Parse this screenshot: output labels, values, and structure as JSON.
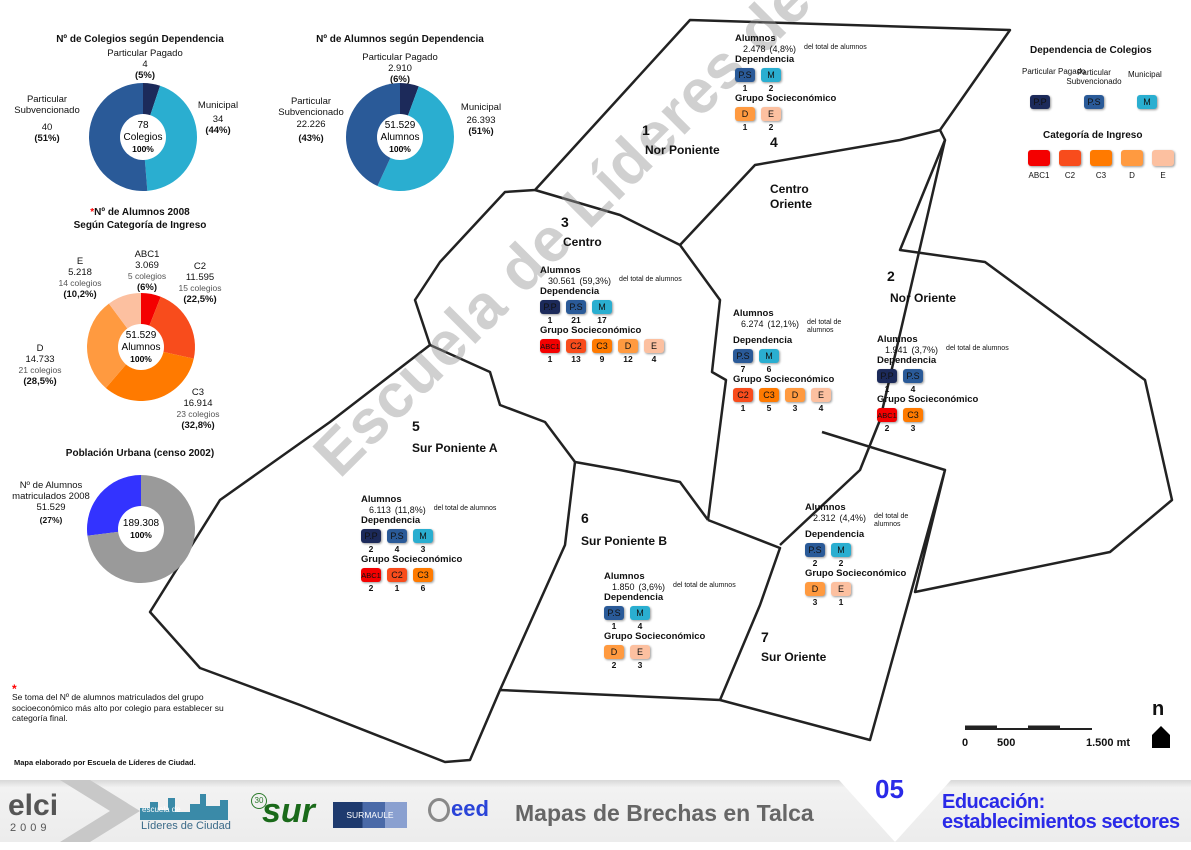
{
  "colors": {
    "pp": "#1c2a5a",
    "ps": "#2a5a98",
    "m": "#2aaed0",
    "ABC1": "#f40000",
    "C2": "#f84c1c",
    "C3": "#ff7a00",
    "D": "#ff9a40",
    "E": "#fcc0a0",
    "pop_students": "#3333ff",
    "pop_rest": "#9a9a9a"
  },
  "pie_colegios": {
    "title": "Nº de Colegios según Dependencia",
    "center": [
      "78",
      "Colegios",
      "100%"
    ],
    "pp": {
      "label": "Particular Pagado",
      "value": "4",
      "pct": "(5%)"
    },
    "ps": {
      "label1": "Particular",
      "label2": "Subvencionado",
      "value": "40",
      "pct": "(51%)"
    },
    "m": {
      "label": "Municipal",
      "value": "34",
      "pct": "(44%)"
    },
    "values": [
      4,
      34,
      40
    ]
  },
  "pie_alumnos": {
    "title": "Nº de Alumnos según Dependencia",
    "center": [
      "51.529",
      "Alumnos",
      "100%"
    ],
    "pp": {
      "label": "Particular Pagado",
      "value": "2.910",
      "pct": "(6%)"
    },
    "ps": {
      "label1": "Particular",
      "label2": "Subvencionado",
      "value": "22.226",
      "pct": "(43%)"
    },
    "m": {
      "label": "Municipal",
      "value": "26.393",
      "pct": "(51%)"
    },
    "values": [
      2910,
      26393,
      22226
    ]
  },
  "pie_ingreso": {
    "star": "*",
    "title1": "Nº de Alumnos 2008",
    "title2": "Según Categoría de Ingreso",
    "center": [
      "51.529",
      "Alumnos",
      "100%"
    ],
    "slices": [
      {
        "cat": "ABC1",
        "value": "3.069",
        "colegios": "5 colegios",
        "pct": "(6%)",
        "v": 3069
      },
      {
        "cat": "C2",
        "value": "11.595",
        "colegios": "15 colegios",
        "pct": "(22,5%)",
        "v": 11595
      },
      {
        "cat": "C3",
        "value": "16.914",
        "colegios": "23 colegios",
        "pct": "(32,8%)",
        "v": 16914
      },
      {
        "cat": "D",
        "value": "14.733",
        "colegios": "21 colegios",
        "pct": "(28,5%)",
        "v": 14733
      },
      {
        "cat": "E",
        "value": "5.218",
        "colegios": "14 colegios",
        "pct": "(10,2%)",
        "v": 5218
      }
    ]
  },
  "pie_poblacion": {
    "title": "Población  Urbana (censo 2002)",
    "center": [
      "189.308",
      "100%"
    ],
    "label1": "Nº de Alumnos",
    "label2": "matriculados 2008",
    "value": "51.529",
    "pct": "(27%)",
    "fraction": 0.27
  },
  "note": {
    "star": "*",
    "text": "Se toma del Nº de alumnos matriculados del grupo socioeconómico más alto por colegio para establecer su categoría final."
  },
  "credit": "Mapa elaborado por Escuela de Líderes de Ciudad.",
  "watermark": "Escuela de Líderes de Ciudad",
  "legend": {
    "title_dep": "Dependencia  de Colegios",
    "pp_label": "Particular Pagado",
    "ps_label": "Particular Subvencionado",
    "m_label": "Municipal",
    "pp": "P.P",
    "ps": "P.S",
    "m": "M",
    "title_cat": "Categoría de Ingreso",
    "cats": [
      "ABC1",
      "C2",
      "C3",
      "D",
      "E"
    ]
  },
  "sector_labels": {
    "alumnos": "Alumnos",
    "dependencia": "Dependencia",
    "grupo": "Grupo Socieconómico",
    "suffix": "del total de alumnos"
  },
  "sectors": [
    {
      "num": "1",
      "name": "Nor Poniente",
      "alumnos": "2.478",
      "pct": "(4,8%)",
      "dep": [
        [
          "P.S",
          "1"
        ],
        [
          "M",
          "2"
        ]
      ],
      "grupo": [
        [
          "D",
          "1"
        ],
        [
          "E",
          "2"
        ]
      ]
    },
    {
      "num": "2",
      "name": "Nor Oriente",
      "alumnos": "1.941",
      "pct": "(3,7%)",
      "dep": [
        [
          "P.P",
          "1"
        ],
        [
          "P.S",
          "4"
        ]
      ],
      "grupo": [
        [
          "ABC1",
          "2"
        ],
        [
          "C3",
          "3"
        ]
      ]
    },
    {
      "num": "3",
      "name": "Centro",
      "alumnos": "30.561",
      "pct": "(59,3%)",
      "dep": [
        [
          "P.P",
          "1"
        ],
        [
          "P.S",
          "21"
        ],
        [
          "M",
          "17"
        ]
      ],
      "grupo": [
        [
          "ABC1",
          "1"
        ],
        [
          "C2",
          "13"
        ],
        [
          "C3",
          "9"
        ],
        [
          "D",
          "12"
        ],
        [
          "E",
          "4"
        ]
      ]
    },
    {
      "num": "4",
      "name": "Centro Oriente",
      "alumnos": "6.274",
      "pct": "(12,1%)",
      "dep": [
        [
          "P.S",
          "7"
        ],
        [
          "M",
          "6"
        ]
      ],
      "grupo": [
        [
          "C2",
          "1"
        ],
        [
          "C3",
          "5"
        ],
        [
          "D",
          "3"
        ],
        [
          "E",
          "4"
        ]
      ]
    },
    {
      "num": "5",
      "name": "Sur Poniente  A",
      "alumnos": "6.113",
      "pct": "(11,8%)",
      "dep": [
        [
          "P.P",
          "2"
        ],
        [
          "P.S",
          "4"
        ],
        [
          "M",
          "3"
        ]
      ],
      "grupo": [
        [
          "ABC1",
          "2"
        ],
        [
          "C2",
          "1"
        ],
        [
          "C3",
          "6"
        ]
      ]
    },
    {
      "num": "6",
      "name": "Sur Poniente B",
      "alumnos": "1.850",
      "pct": "(3,6%)",
      "dep": [
        [
          "P.S",
          "1"
        ],
        [
          "M",
          "4"
        ]
      ],
      "grupo": [
        [
          "D",
          "2"
        ],
        [
          "E",
          "3"
        ]
      ]
    },
    {
      "num": "7",
      "name": "Sur Oriente",
      "alumnos": "2.312",
      "pct": "(4,4%)",
      "dep": [
        [
          "P.S",
          "2"
        ],
        [
          "M",
          "2"
        ]
      ],
      "grupo": [
        [
          "D",
          "3"
        ],
        [
          "E",
          "1"
        ]
      ]
    }
  ],
  "scale": {
    "labels": [
      "0",
      "500",
      "1.500 mt"
    ],
    "north": "n"
  },
  "footer": {
    "elci": "elci",
    "year": "2009",
    "escuela1": "escuela de",
    "escuela2": "Líderes de Ciudad",
    "sur": "sur",
    "sur_badge": "30",
    "surmaule": "SURMAULE",
    "eed": "eed",
    "title": "Mapas de Brechas en Talca",
    "number": "05",
    "topic1": "Educación:",
    "topic2": "establecimientos sectores"
  }
}
